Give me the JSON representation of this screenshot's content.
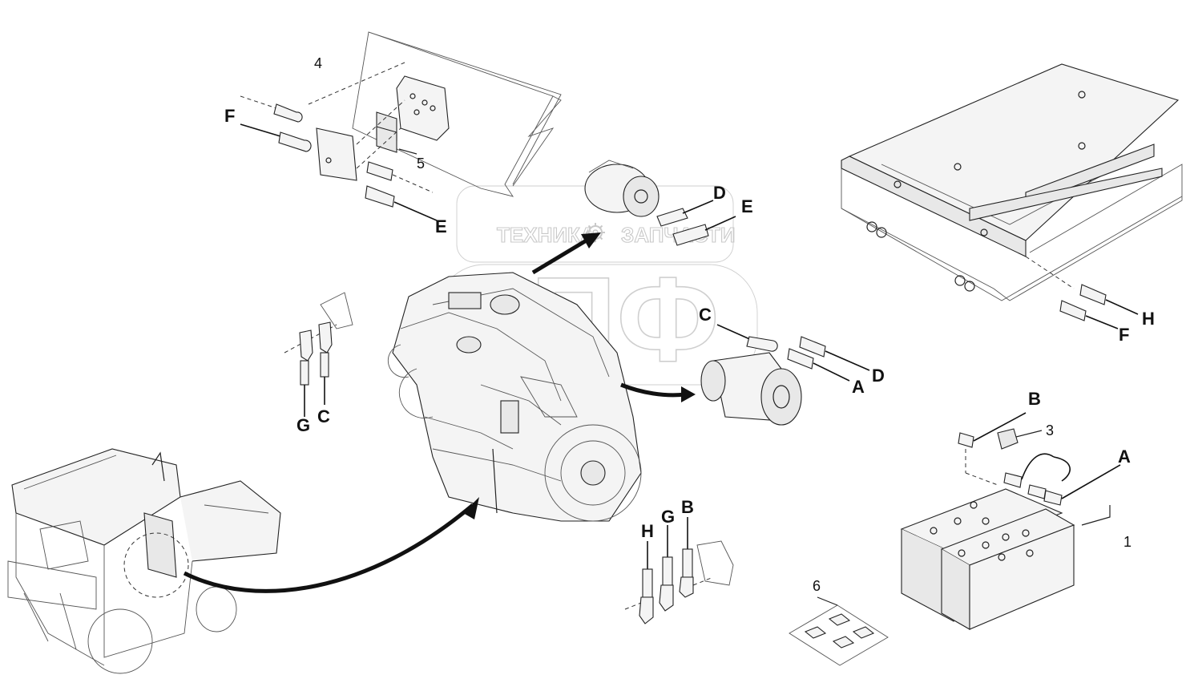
{
  "watermark": {
    "line1_left": "ТЕХНИКА",
    "line1_right": "ЗАПЧАСТИ",
    "logo": "ЭПФ"
  },
  "labels": {
    "A1": "A",
    "A2": "A",
    "B1": "B",
    "B2": "B",
    "C1": "C",
    "C2": "C",
    "D1": "D",
    "D2": "D",
    "E1": "E",
    "E2": "E",
    "F1": "F",
    "F2": "F",
    "G1": "G",
    "G2": "G",
    "H1": "H",
    "H2": "H"
  },
  "callouts": {
    "n1": "1",
    "n3": "3",
    "n4": "4",
    "n5": "5",
    "n6": "6"
  }
}
